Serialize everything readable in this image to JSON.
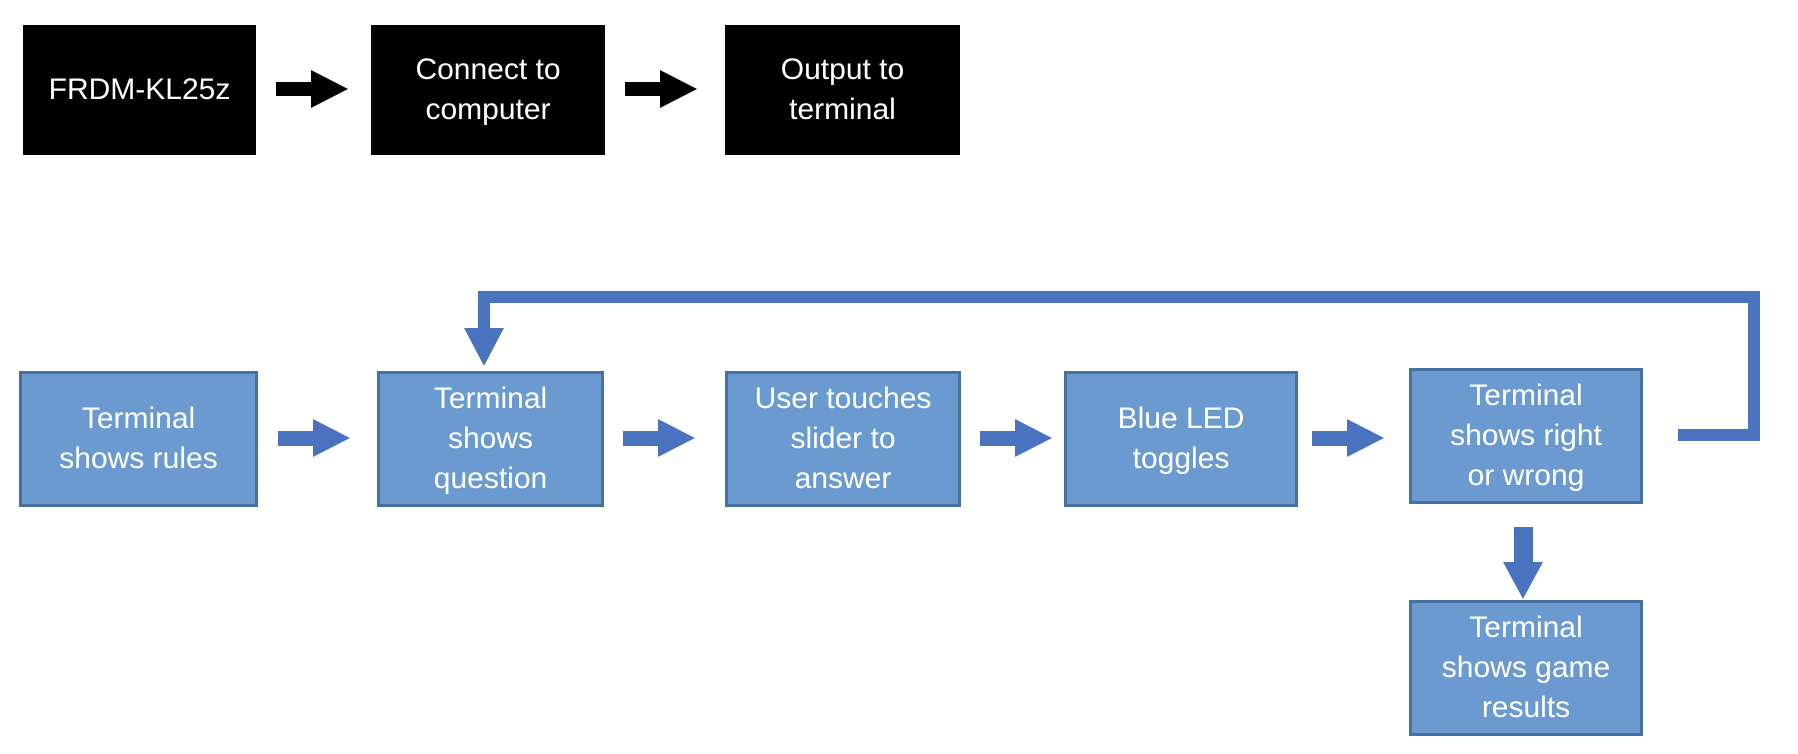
{
  "colors": {
    "background": "#ffffff",
    "black_box_fill": "#000000",
    "black_box_text": "#ffffff",
    "blue_box_fill": "#6A9AD0",
    "blue_box_border": "#47719E",
    "blue_box_text": "#ffffff",
    "connector_blue": "#4973BE",
    "connector_black": "#000000"
  },
  "setup_flow": {
    "boxes": [
      {
        "label": "FRDM-KL25z"
      },
      {
        "label": "Connect to\ncomputer"
      },
      {
        "label": "Output to\nterminal"
      }
    ]
  },
  "game_flow": {
    "boxes": [
      {
        "label": "Terminal\nshows rules"
      },
      {
        "label": "Terminal\nshows\nquestion"
      },
      {
        "label": "User touches\nslider to\nanswer"
      },
      {
        "label": "Blue LED\ntoggles"
      },
      {
        "label": "Terminal\nshows right\nor wrong"
      },
      {
        "label": "Terminal\nshows game\nresults"
      }
    ]
  },
  "edges": [
    {
      "from": "FRDM-KL25z",
      "to": "Connect to computer",
      "type": "arrow"
    },
    {
      "from": "Connect to computer",
      "to": "Output to terminal",
      "type": "arrow"
    },
    {
      "from": "Terminal shows rules",
      "to": "Terminal shows question",
      "type": "arrow"
    },
    {
      "from": "Terminal shows question",
      "to": "User touches slider to answer",
      "type": "arrow"
    },
    {
      "from": "User touches slider to answer",
      "to": "Blue LED toggles",
      "type": "arrow"
    },
    {
      "from": "Blue LED toggles",
      "to": "Terminal shows right or wrong",
      "type": "arrow"
    },
    {
      "from": "Terminal shows right or wrong",
      "to": "Terminal shows question",
      "type": "feedback-loop"
    },
    {
      "from": "Terminal shows right or wrong",
      "to": "Terminal shows game results",
      "type": "arrow"
    }
  ]
}
